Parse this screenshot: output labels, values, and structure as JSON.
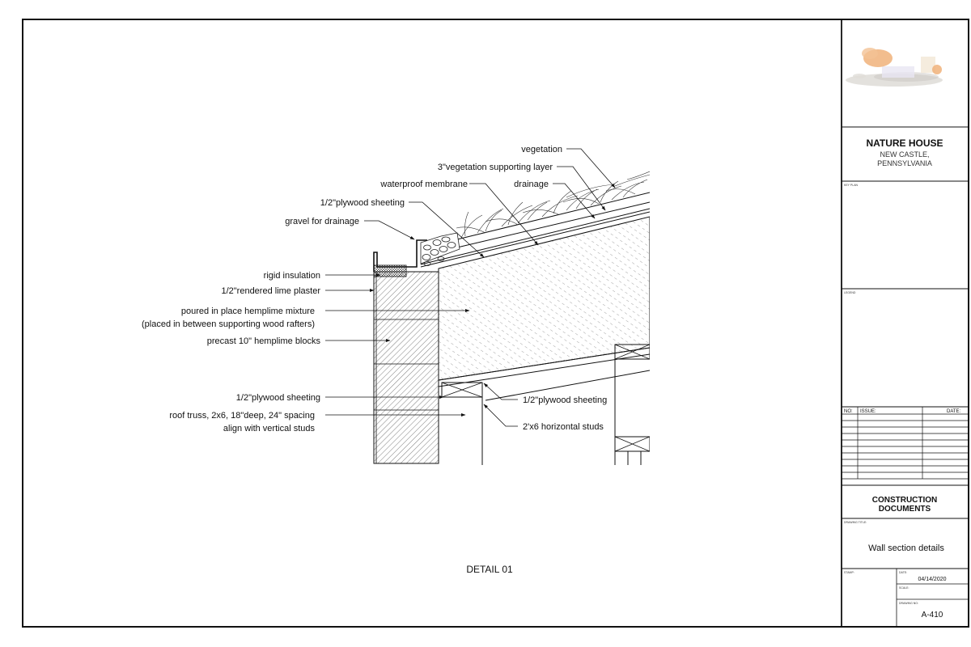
{
  "detail_title": "DETAIL 01",
  "labels": {
    "vegetation": "vegetation",
    "support_layer": "3\"vegetation supporting layer",
    "waterproof": "waterproof membrane",
    "drainage": "drainage",
    "plywood_top": "1/2\"plywood sheeting",
    "gravel": "gravel for drainage",
    "rigid": "rigid insulation",
    "plaster": "1/2\"rendered lime plaster",
    "hemplime_1": "poured in place hemplime mixture",
    "hemplime_2": "(placed in between supporting  wood rafters)",
    "blocks": "precast 10\" hemplime blocks",
    "plywood_left": "1/2\"plywood sheeting",
    "truss_1": "roof truss, 2x6, 18\"deep, 24\" spacing",
    "truss_2": "align with vertical studs",
    "plywood_right": "1/2\"plywood sheeting",
    "studs": "2'x6 horizontal studs"
  },
  "title_block": {
    "project_name": "NATURE HOUSE",
    "location_1": "NEW CASTLE,",
    "location_2": "PENNSYLVANIA",
    "key_plan_label": "KEY PLAN",
    "legend_label": "LEGEND",
    "col_no": "NO:",
    "col_issue": "ISSUE:",
    "col_date": "DATE:",
    "set_name_1": "CONSTRUCTION",
    "set_name_2": "DOCUMENTS",
    "drawing_title_label": "DRAWING TITLE:",
    "drawing_title": "Wall section details",
    "stamp_label": "STAMP:",
    "date_label": "DATE:",
    "date": "04/14/2020",
    "scale_label": "SCALE:",
    "drawing_no_label": "DRAWING NO:",
    "drawing_no": "A-410"
  }
}
